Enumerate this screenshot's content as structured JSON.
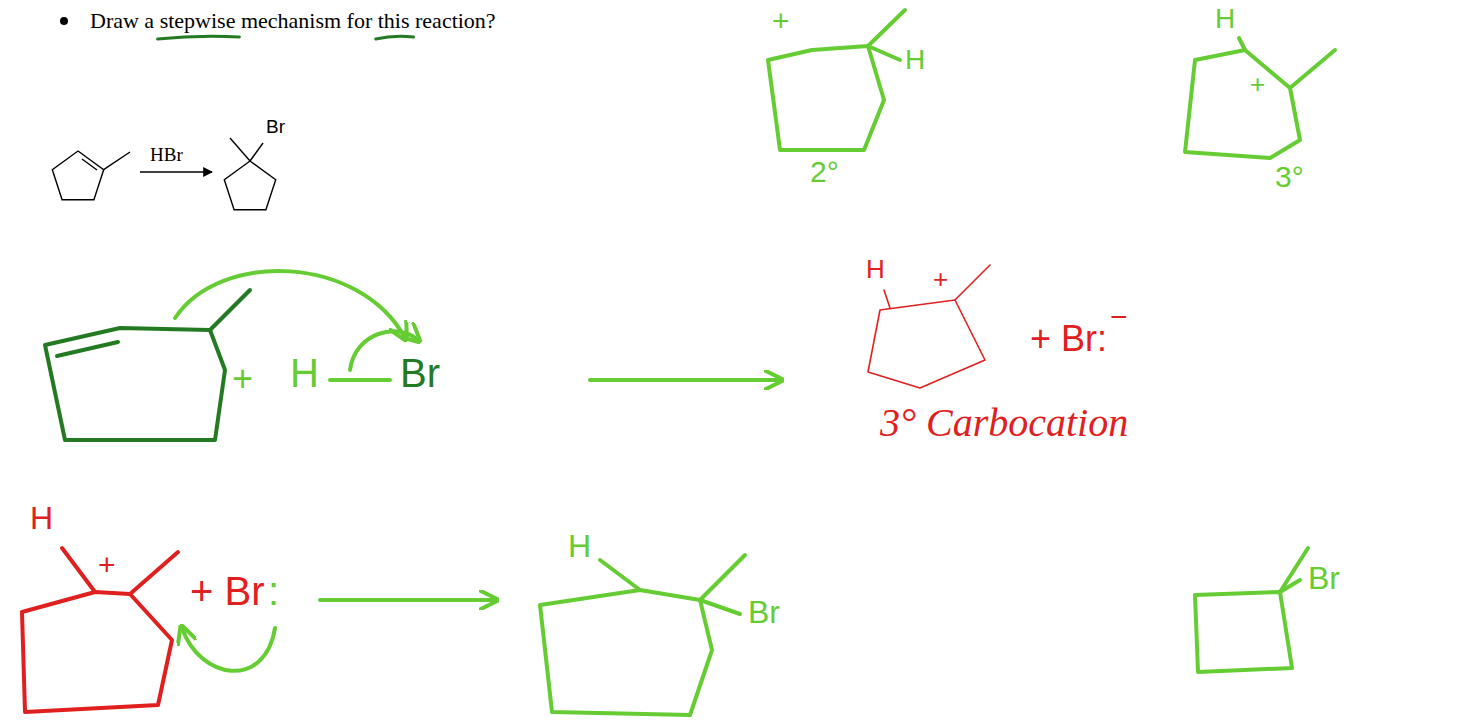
{
  "diagram": {
    "title": "Draw a stepwise mechanism for this reaction?",
    "labels": [
      "HBr",
      "Br",
      "+",
      "H",
      "2°",
      "H",
      "+",
      "3°",
      "+",
      "H",
      "Br",
      "H",
      "+",
      "+ Br:",
      "−",
      "3° Carbocation",
      "H",
      "+",
      "+ Br",
      ":",
      "H",
      "Br",
      "Br"
    ]
  }
}
